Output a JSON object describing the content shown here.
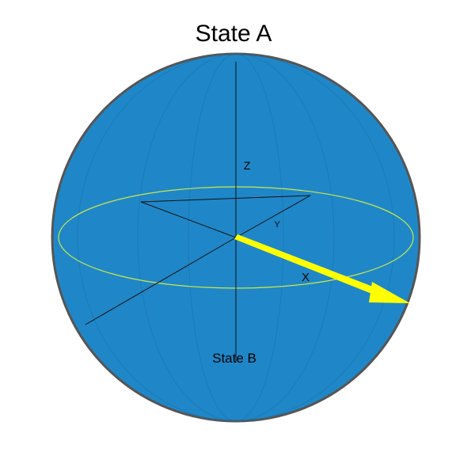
{
  "title": "State A",
  "bottom_label": "State B",
  "axes": {
    "z_label": "Z",
    "y_label": "Y",
    "x_label": "X"
  },
  "colors": {
    "sphere_fill": "#1f87c8",
    "sphere_outline": "#555555",
    "equator": "#c9e84a",
    "meridians": "#1a6fa6",
    "axes": "#111111",
    "state_arrow": "#ffff00"
  },
  "icons": {
    "state_vector": "arrow-icon"
  }
}
